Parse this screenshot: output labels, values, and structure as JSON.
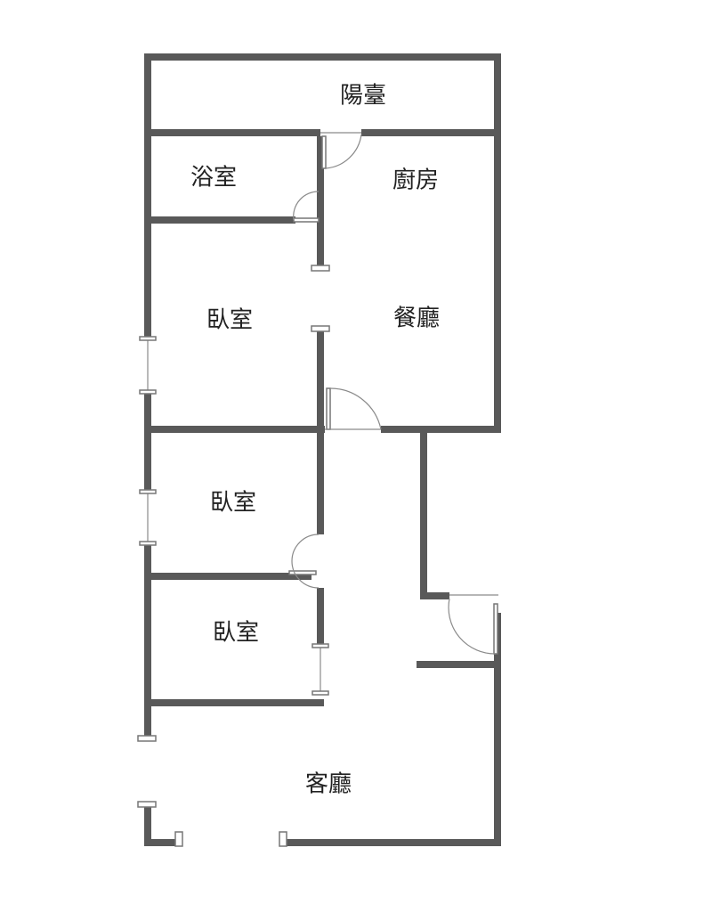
{
  "floorplan": {
    "rooms": {
      "balcony": "陽臺",
      "bathroom": "浴室",
      "kitchen": "廚房",
      "bedroom1": "臥室",
      "dining": "餐廳",
      "bedroom2": "臥室",
      "bedroom3": "臥室",
      "living": "客廳"
    },
    "colors": {
      "wall": "#595959",
      "background": "#ffffff"
    }
  }
}
